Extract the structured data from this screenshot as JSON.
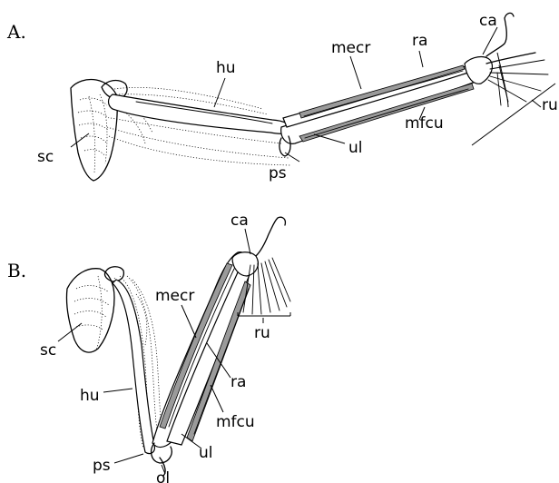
{
  "panels": [
    {
      "letter": "A.",
      "labels": {
        "sc": "sc",
        "hu": "hu",
        "mecr": "mecr",
        "ra": "ra",
        "ca": "ca",
        "mfcu": "mfcu",
        "ul": "ul",
        "ps": "ps",
        "ru": "ru"
      }
    },
    {
      "letter": "B.",
      "labels": {
        "ca": "ca",
        "mecr": "mecr",
        "sc": "sc",
        "ru": "ru",
        "ra": "ra",
        "hu": "hu",
        "mfcu": "mfcu",
        "ul": "ul",
        "ps": "ps",
        "ol": "ol"
      }
    }
  ]
}
